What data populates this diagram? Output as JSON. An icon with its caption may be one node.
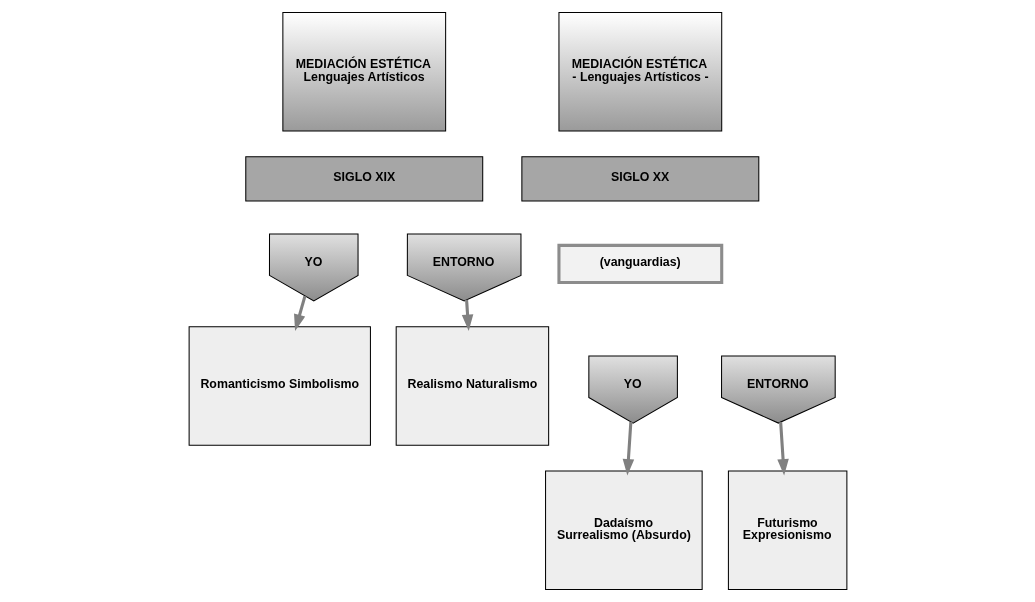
{
  "diagram": {
    "nodes": [
      {
        "text": [
          "MEDIACIÓN ESTÉTICA",
          "Lenguajes Artísticos"
        ]
      },
      {
        "text": [
          "SIGLO XIX"
        ]
      },
      {
        "text": [
          "YO"
        ]
      },
      {
        "text": [
          "ENTORNO"
        ]
      },
      {
        "text": [
          "Romanticismo Simbolismo"
        ]
      },
      {
        "text": [
          "Realismo Naturalismo"
        ]
      },
      {
        "text": [
          "MEDIACIÓN ESTÉTICA",
          "- Lenguajes Artísticos -"
        ]
      },
      {
        "text": [
          "SIGLO XX"
        ]
      },
      {
        "text": [
          "(vanguardias)"
        ]
      },
      {
        "text": [
          "YO"
        ]
      },
      {
        "text": [
          "ENTORNO"
        ]
      },
      {
        "text": [
          "Dadaísmo",
          "Surrealismo (Absurdo)"
        ]
      },
      {
        "text": [
          "Futurismo",
          "Expresionismo"
        ]
      }
    ],
    "edges": [
      {
        "from": 2,
        "to": 4,
        "arrow": "to"
      },
      {
        "from": 3,
        "to": 5,
        "arrow": "to"
      },
      {
        "from": 9,
        "to": 11,
        "arrow": "to"
      },
      {
        "from": 10,
        "to": 12,
        "arrow": "to"
      }
    ]
  }
}
